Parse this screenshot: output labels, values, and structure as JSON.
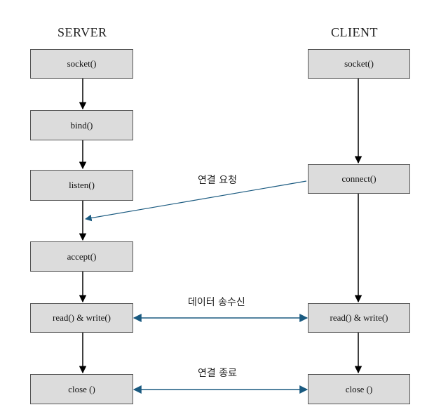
{
  "columns": {
    "server": "SERVER",
    "client": "CLIENT"
  },
  "server_steps": [
    "socket()",
    "bind()",
    "listen()",
    "accept()",
    "read() & write()",
    "close ()"
  ],
  "client_steps": [
    "socket()",
    "connect()",
    "read() & write()",
    "close ()"
  ],
  "messages": {
    "connect_request": "연결 요청",
    "data_exchange": "데이터 송수신",
    "close": "연결 종료"
  },
  "colors": {
    "box_fill": "#dcdcdc",
    "flow_arrow": "#000000",
    "message_arrow": "#1a5a80"
  }
}
